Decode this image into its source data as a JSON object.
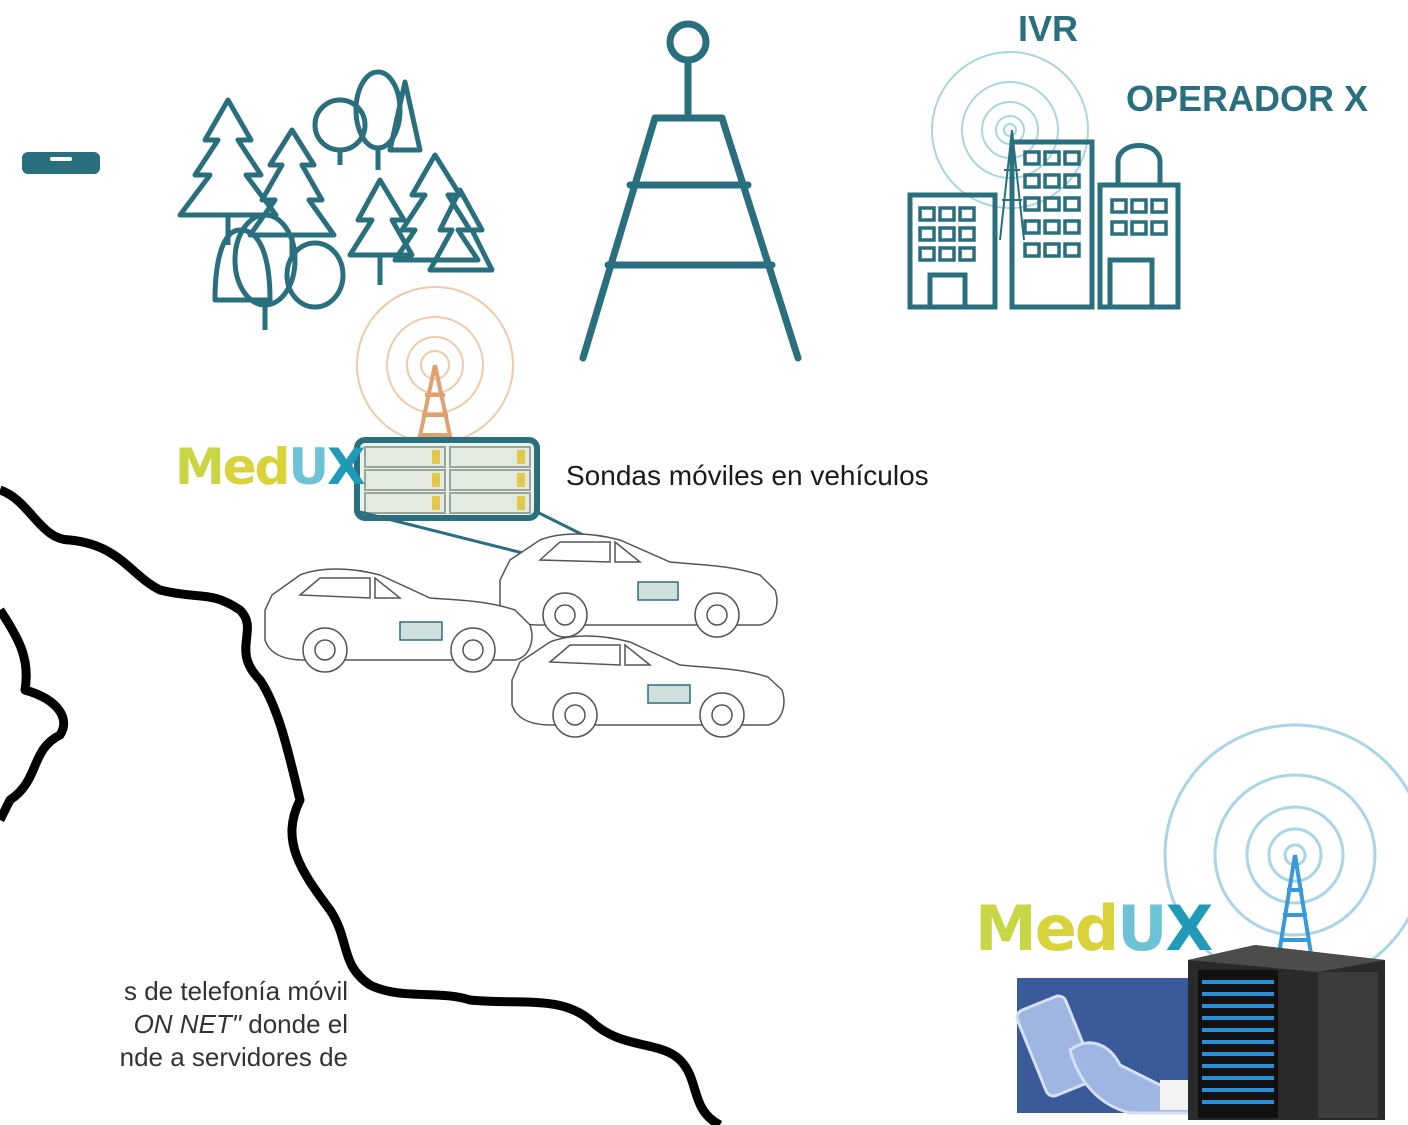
{
  "labels": {
    "ivr": "IVR",
    "operator": "OPERADOR X",
    "probes": "Sondas móviles en vehículos"
  },
  "brand": {
    "m": "M",
    "ed": "ed",
    "u": "U",
    "x": "X"
  },
  "body_text": {
    "line1": "s de telefonía móvil",
    "line2_italic": "ON NET\"",
    "line2_rest": " donde el",
    "line3": "nde a servidores de"
  },
  "colors": {
    "teal": "#2a6f7e",
    "tower_orange": "#e8a06a",
    "signal_blue": "#8fc6dc",
    "server_blue": "#2b8ed6"
  }
}
